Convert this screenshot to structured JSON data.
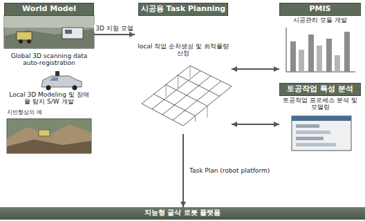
{
  "diagram": {
    "nodes": [
      {
        "text": [
          "World Model",
          "Global 3D scanning data auto-registration",
          "Local 3D Modeling 및 장애물 탐지 S/W 개발"
        ]
      },
      {
        "text": [
          "시공용 Task Planning",
          "local 작업 순차생성 및 최적물량 산정"
        ]
      },
      {
        "text": [
          "PMIS",
          "시공관리 모듈 개발"
        ]
      },
      {
        "text": [
          "토공작업 특성 분석",
          "토공작업 프로세스 분석 및 모델링"
        ]
      },
      {
        "text": [
          "지능형 굴삭 로봇 플랫폼"
        ]
      }
    ],
    "edges": [
      {
        "from": 0,
        "to": 1,
        "arrow": "to",
        "label": "3D 지형 모델"
      },
      {
        "from": 1,
        "to": 2,
        "arrow": "both"
      },
      {
        "from": 1,
        "to": 3,
        "arrow": "both"
      },
      {
        "from": 1,
        "to": 4,
        "arrow": "to",
        "label": "Task Plan (robot platform)"
      }
    ],
    "labels": [
      "지반형상의 예"
    ]
  }
}
